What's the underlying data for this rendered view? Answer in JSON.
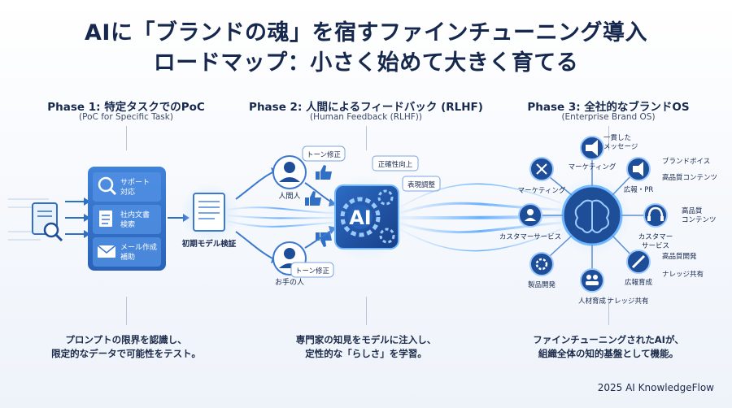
{
  "title": {
    "line1": "AIに「ブランドの魂」を宿すファインチューニング導入",
    "line2": "ロードマップ：小さく始めて大きく育てる"
  },
  "phase1": {
    "title": "Phase 1: 特定タスクでのPoC",
    "subtitle": "(PoC for Specific Task)",
    "tasks": [
      {
        "label1": "サポート",
        "label2": "対応",
        "icon": "magnifier-icon"
      },
      {
        "label1": "社内文書",
        "label2": "検索",
        "icon": "document-icon"
      },
      {
        "label1": "メール作成",
        "label2": "補助",
        "icon": "mail-icon"
      }
    ],
    "verify_label": "初期モデル検証",
    "desc1": "プロンプトの限界を認識し、",
    "desc2": "限定的なデータで可能性をテスト。"
  },
  "phase2": {
    "title": "Phase 2: 人間によるフィードバック (RLHF)",
    "subtitle": "(Human Feedback (RLHF))",
    "expert_top": "人間人",
    "expert_bottom": "お手の人",
    "bubble_top": "トーン修正",
    "bubble_bottom": "トーン修正",
    "tag_accuracy": "正確性向上",
    "tag_expression": "表現調整",
    "ai_label": "AI",
    "desc1": "専門家の知見をモデルに注入し、",
    "desc2": "定性的な「らしさ」を学習。"
  },
  "phase3": {
    "title": "Phase 3: 全社的なブランドOS",
    "subtitle": "(Enterprise Brand OS)",
    "inner_nodes": [
      "マーケティング",
      "カスタマーサービス",
      "製品開発",
      "人材育成"
    ],
    "outer_nodes": [
      {
        "l1": "一貫した",
        "l2": "メッセージ"
      },
      {
        "l1": "マーケティング",
        "l2": ""
      },
      {
        "l1": "広報・PR",
        "l2": ""
      },
      {
        "l1": "カスタマー",
        "l2": "サービス"
      },
      {
        "l1": "広報育成",
        "l2": ""
      },
      {
        "l1": "ナレッジ共有",
        "l2": ""
      }
    ],
    "side_labels": {
      "brand_voice": "ブランドボイス",
      "quality_content": "高品質コンテンツ",
      "quality_content2_l1": "高品質",
      "quality_content2_l2": "コンテンツ",
      "quality_dev": "高品質開発",
      "knowledge": "ナレッジ共有"
    },
    "desc1": "ファインチューニングされたAIが、",
    "desc2": "組織全体の知的基盤として機能。"
  },
  "footer": "2025 AI KnowledgeFlow",
  "colors": {
    "navy": "#16284e",
    "blue": "#2f6fc6",
    "panel": "#3b78d0",
    "glow": "#6fb7ff",
    "dark_node": "#1f4e99"
  }
}
